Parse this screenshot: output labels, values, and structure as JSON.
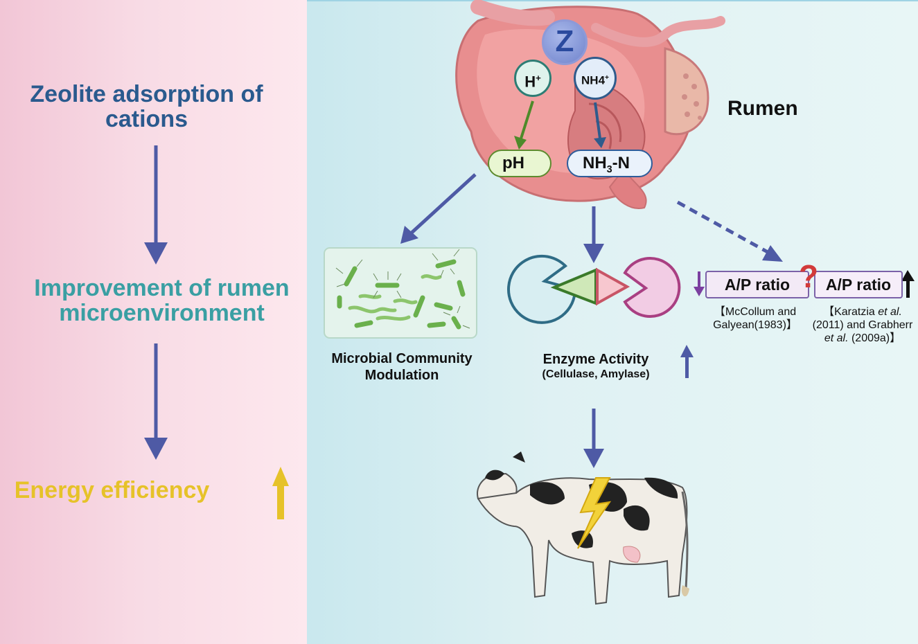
{
  "steps": {
    "adsorption": "Zeolite adsorption of cations",
    "improvement": "Improvement of rumen microenvironment",
    "energy": "Energy efficiency"
  },
  "rumen": {
    "label": "Rumen",
    "zeolite": "Z",
    "hydrogen": "H",
    "hydrogen_charge": "+",
    "ammonium": "NH4",
    "ammonium_charge": "+",
    "ph": "pH",
    "ammonia_prefix": "NH",
    "ammonia_sub": "3",
    "ammonia_suffix": "-N"
  },
  "outcomes": {
    "microbial_line1": "Microbial Community",
    "microbial_line2": "Modulation",
    "enzyme_title": "Enzyme Activity",
    "enzyme_sub": "(Cellulase, Amylase)",
    "ap_left": "A/P ratio",
    "ap_right": "A/P ratio",
    "question_mark": "?",
    "ref_left": "【McCollum and Galyean(1983)】",
    "ref_right_a": "【Karatzia ",
    "ref_right_b": "et al.",
    "ref_right_c": " (2011) and Grabherr ",
    "ref_right_d": "et al.",
    "ref_right_e": " (2009a)】"
  },
  "colors": {
    "arrow": "#4e5aa5",
    "up_arrow_energy": "#e6c229",
    "ph_arrow": "#4e8a2a",
    "nh_arrow": "#2f5b8c",
    "ap_down": "#7b3fa0",
    "ap_up": "#111111",
    "question": "#d23a3a"
  }
}
